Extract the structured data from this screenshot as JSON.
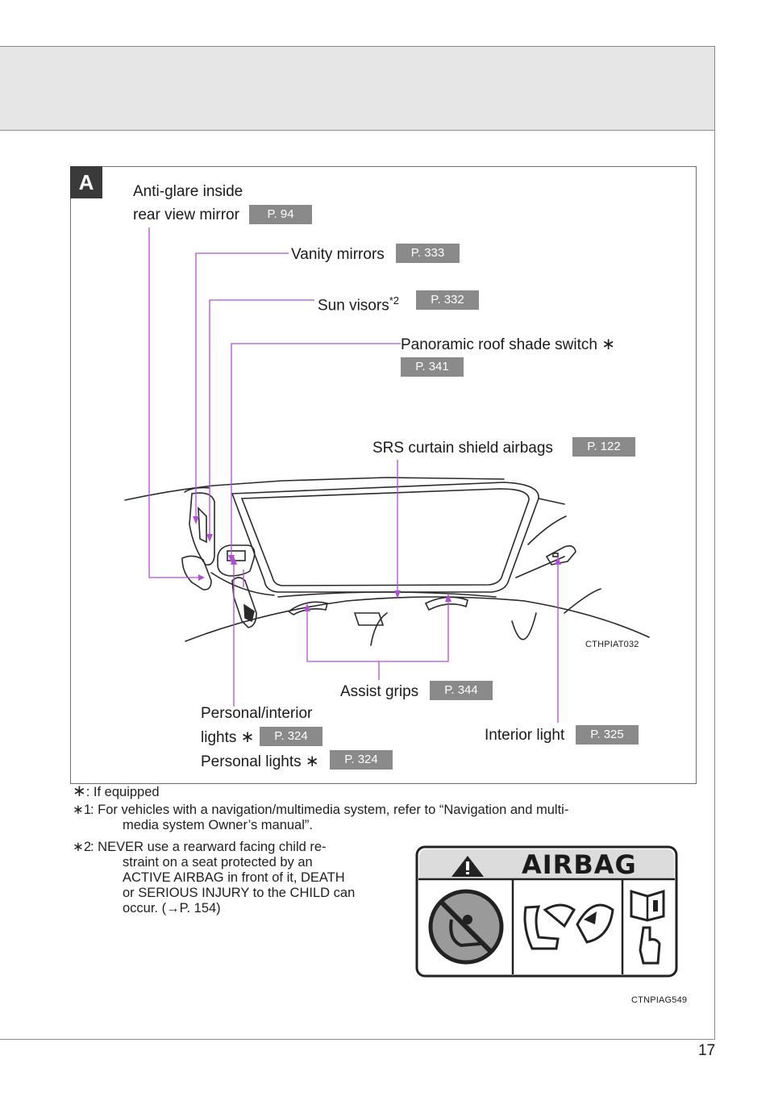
{
  "figure": {
    "section_tag": "A",
    "code_top": "CTHPIAT032",
    "code_bottom": "CTNPIAG549",
    "labels": {
      "mirror_line1": "Anti-glare inside",
      "mirror_line2": "rear view mirror",
      "mirror_ref": "P. 94",
      "vanity": "Vanity mirrors",
      "vanity_ref": "P. 333",
      "visors": "Sun visors",
      "visors_sup": "*2",
      "visors_ref": "P. 332",
      "roof_shade": "Panoramic roof shade switch",
      "roof_shade_star": "∗",
      "roof_shade_ref": "P. 341",
      "curtain": "SRS curtain shield airbags",
      "curtain_ref": "P. 122",
      "assist": "Assist grips",
      "assist_ref": "P. 344",
      "personal_interior_line1": "Personal/interior",
      "personal_interior_line2": "lights",
      "personal_interior_star": "∗",
      "personal_interior_ref": "P. 324",
      "interior_light": "Interior light",
      "interior_light_ref": "P. 325",
      "personal_lights": "Personal lights",
      "personal_lights_star": "∗",
      "personal_lights_ref": "P. 324"
    },
    "airbag_label": {
      "title": "AIRBAG"
    }
  },
  "footnotes": {
    "equipped_mark": "∗",
    "equipped": ": If equipped",
    "note1_mark": "∗1",
    "note1_line1": ": For vehicles with a navigation/multimedia system, refer to “Navigation and multi-",
    "note1_line2": "media system Owner’s manual”.",
    "note2_mark": "∗2",
    "note2_line1": ": NEVER use a rearward facing child re-",
    "note2_line2": "straint on a seat protected by an",
    "note2_line3": "ACTIVE AIRBAG in front of it, DEATH",
    "note2_line4": "or SERIOUS INJURY to the CHILD can",
    "note2_line5": "occur. (→P. 154)"
  },
  "page_number": "17",
  "colors": {
    "callout_line": "#b04fd6",
    "ref_badge": "#8a8a8a",
    "header_band": "#e6e6e6"
  }
}
